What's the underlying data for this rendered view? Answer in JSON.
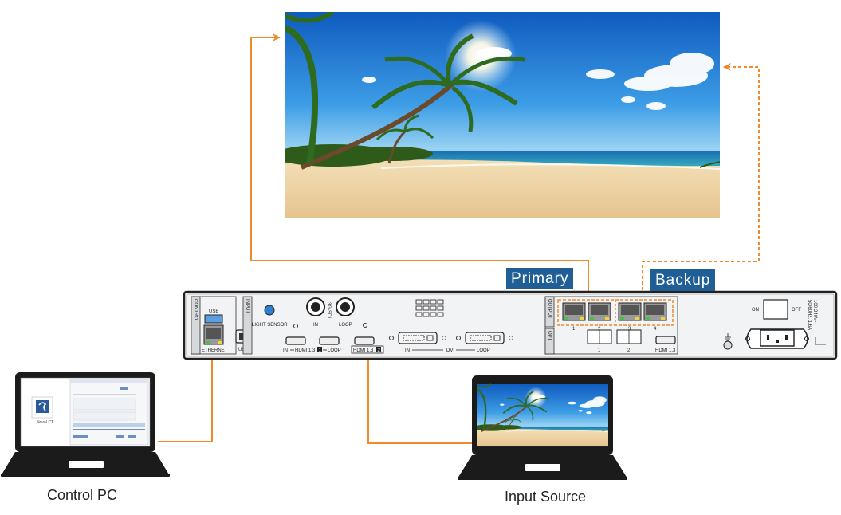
{
  "labels": {
    "primary": "Primary",
    "backup": "Backup",
    "control_pc": "Control PC",
    "input_source": "Input Source"
  },
  "device": {
    "control": "CONTROL",
    "usb_top": "USB",
    "ethernet": "ETHERNET",
    "usb_bottom": "USB",
    "input": "INPUT",
    "light_sensor": "LIGHT SENSOR",
    "sdi": "3G-SDI",
    "sdi_in": "IN",
    "sdi_loop": "LOOP",
    "hdmi1_in": "IN",
    "hdmi1_name": "HDMI 1.3",
    "hdmi1_num": "1",
    "hdmi1_loop": "LOOP",
    "hdmi2_name": "HDMI 1.3",
    "hdmi2_num": "2",
    "dvi_in": "IN",
    "dvi": "DVI",
    "dvi_loop": "LOOP",
    "output": "OUTPUT",
    "port1": "1",
    "port2": "2",
    "port3": "3",
    "port4": "4",
    "opt": "OPT",
    "opt1": "1",
    "opt2": "2",
    "hdmi_out": "HDMI 1.3",
    "on": "ON",
    "off": "OFF",
    "power_rating_1": "100-240V~",
    "power_rating_2": "50/60Hz, 1.6A"
  },
  "laptop": {
    "app_name": "NovaLCT"
  },
  "colors": {
    "arrow": "#f08a2c",
    "tag_bg": "#1f5f96",
    "panel_bg": "#e9eaec"
  }
}
